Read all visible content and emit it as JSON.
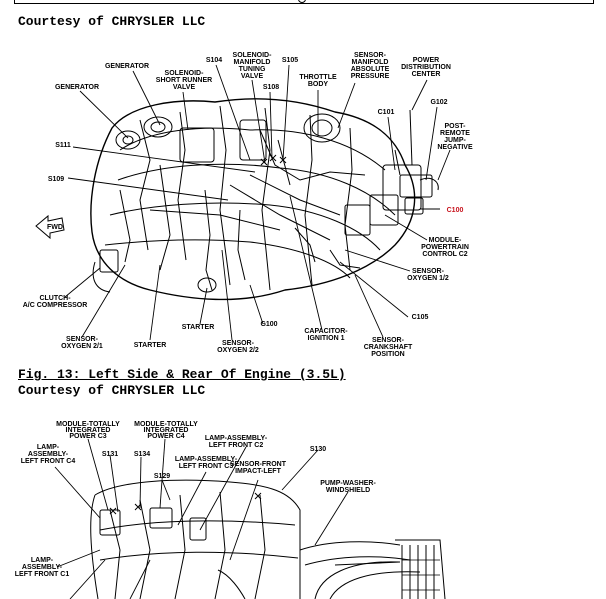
{
  "header": {
    "courtesy_top": "Courtesy of CHRYSLER LLC",
    "courtesy_bottom": "Courtesy of CHRYSLER LLC"
  },
  "figure": {
    "caption": "Fig. 13: Left Side & Rear Of Engine (3.5L)"
  },
  "diagram1": {
    "labels": {
      "generator_top": "GENERATOR",
      "generator_left": "GENERATOR",
      "solenoid_short_runner": [
        "SOLENOID-",
        "SHORT RUNNER",
        "VALVE"
      ],
      "s104": "S104",
      "solenoid_manifold_tuning": [
        "SOLENOID-",
        "MANIFOLD",
        "TUNING",
        "VALVE"
      ],
      "s105": "S105",
      "s108": "S108",
      "throttle_body": [
        "THROTTLE",
        "BODY"
      ],
      "sensor_map": [
        "SENSOR-",
        "MANIFOLD",
        "ABSOLUTE",
        "PRESSURE"
      ],
      "power_distribution": [
        "POWER",
        "DISTRIBUTION",
        "CENTER"
      ],
      "c101": "C101",
      "g102": "G102",
      "post_remote": [
        "POST-",
        "REMOTE",
        "JUMP-",
        "NEGATIVE"
      ],
      "s111": "S111",
      "s109": "S109",
      "fwd": "FWD",
      "c100": "C100",
      "pcm_c2": [
        "MODULE-",
        "POWERTRAIN",
        "CONTROL C2"
      ],
      "o2_12": [
        "SENSOR-",
        "OXYGEN 1/2"
      ],
      "clutch_ac": [
        "CLUTCH-",
        "A/C COMPRESSOR"
      ],
      "c105": "C105",
      "starter_a": "STARTER",
      "g100": "G100",
      "capacitor": [
        "CAPACITOR-",
        "IGNITION 1"
      ],
      "o2_21": [
        "SENSOR-",
        "OXYGEN 2/1"
      ],
      "starter_b": "STARTER",
      "o2_22": [
        "SENSOR-",
        "OXYGEN 2/2"
      ],
      "crank": [
        "SENSOR-",
        "CRANKSHAFT",
        "POSITION"
      ]
    }
  },
  "diagram2": {
    "labels": {
      "tipm_c3": [
        "MODULE-TOTALLY",
        "INTEGRATED",
        "POWER C3"
      ],
      "tipm_c4": [
        "MODULE-TOTALLY",
        "INTEGRATED",
        "POWER C4"
      ],
      "lamp_lf_c4": [
        "LAMP-",
        "ASSEMBLY-",
        "LEFT FRONT C4"
      ],
      "s131": "S131",
      "s134": "S134",
      "lamp_lf_c3": [
        "LAMP-ASSEMBLY-",
        "LEFT FRONT C3"
      ],
      "lamp_lf_c2": [
        "LAMP-ASSEMBLY-",
        "LEFT FRONT C2"
      ],
      "s130": "S130",
      "s129": "S129",
      "impact": [
        "SENSOR-FRONT",
        "IMPACT-LEFT"
      ],
      "pump_washer": [
        "PUMP-WASHER-",
        "WINDSHIELD"
      ],
      "lamp_lf_c1": [
        "LAMP-",
        "ASSEMBLY-",
        "LEFT FRONT C1"
      ]
    }
  }
}
